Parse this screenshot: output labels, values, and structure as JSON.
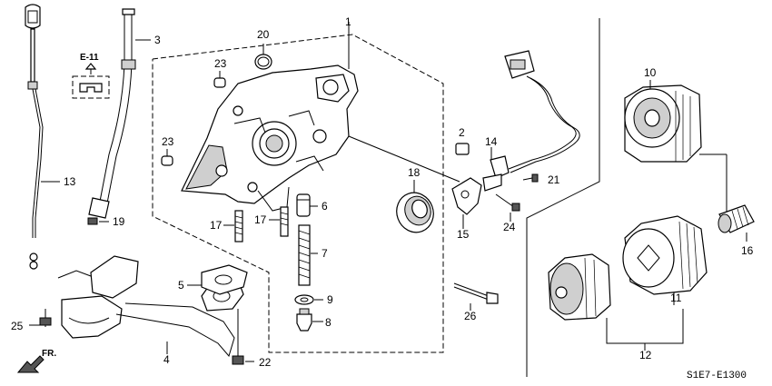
{
  "callouts": {
    "c1": "1",
    "c2": "2",
    "c3": "3",
    "c4": "4",
    "c5": "5",
    "c6": "6",
    "c7": "7",
    "c8": "8",
    "c9": "9",
    "c10": "10",
    "c11": "11",
    "c12": "12",
    "c13": "13",
    "c14": "14",
    "c15": "15",
    "c16": "16",
    "c17a": "17",
    "c17b": "17",
    "c18": "18",
    "c19": "19",
    "c20": "20",
    "c21": "21",
    "c22": "22",
    "c23a": "23",
    "c23b": "23",
    "c24": "24",
    "c25": "25",
    "c26": "26"
  },
  "reference": "E-11",
  "front_marker": "FR.",
  "diagram_code": "S1E7-E1300"
}
